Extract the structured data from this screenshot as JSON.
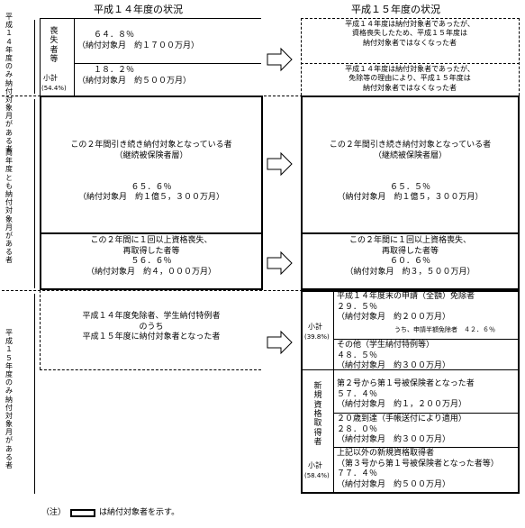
{
  "headers": {
    "left": "平成１４年度の状況",
    "right": "平成１５年度の状況"
  },
  "bands": {
    "band1": "平成１４年度のみ納付対象月がある者",
    "band2": "両年度とも納付対象月がある者",
    "band3": "平成１５年度のみ納付対象月がある者"
  },
  "sec1": {
    "loss_label": "喪失者等",
    "subtotal_label": "小計",
    "subtotal_pct": "(54.4%)",
    "row1_pct": "６４．８％",
    "row1_amount": "（納付対象月　約１７００万月）",
    "row2_pct": "１８．２％",
    "row2_amount": "（納付対象月　約５００万月）",
    "right1": "平成１４年度は納付対象者であったが、\n資格喪失したため、平成１５年度は\n納付対象者ではなくなった者",
    "right2": "平成１４年度は納付対象者であったが、\n免除等の理由により、平成１５年度は\n納付対象者ではなくなった者"
  },
  "sec2": {
    "cont_left": "この２年間引き続き納付対象となっている者\n（継続被保険者層）\n\n\n６５．６％\n（納付対象月　約１億５，３００万月）",
    "cont_right": "この２年間引き続き納付対象となっている者\n（継続被保険者層）\n\n\n６５．５％\n（納付対象月　約１億５，３００万月）",
    "reacq_left": "この２年間に１回以上資格喪失、\n再取得した者等\n５６．６％\n（納付対象月　約４，０００万月）",
    "reacq_right": "この２年間に１回以上資格喪失、\n再取得した者等\n６０．６％\n（納付対象月　約３，５００万月）"
  },
  "sec3": {
    "left_text": "平成１４年度免除者、学生納付特例者\nのうち\n平成１５年度に納付対象者となった者",
    "sub1_label": "小計",
    "sub1_pct": "(39.8%)",
    "exempt": "平成１４年度末の申請（全額）免除者\n２９．５％\n（納付対象月　約２００万月）",
    "exempt_note": "うち、申請半額免除者　４２．６％",
    "other": "その他（学生納付特例等）\n４８．５％\n（納付対象月　約３００万月）",
    "new_label": "新規資格取得者",
    "sub2_label": "小計",
    "sub2_pct": "(58.4%)",
    "n1": "第２号から第１号被保険者となった者\n５７．４％\n（納付対象月　約１，２００万月）",
    "n2": "２０歳到達（手帳送付により適用）\n２８．０％\n（納付対象月　約３００万月）",
    "n3": "上記以外の新規資格取得者\n（第３号から第１号被保険者となった者等）\n７７．４％\n（納付対象月　約５００万月）"
  },
  "note": {
    "prefix": "（注）",
    "suffix": "は納付対象者を示す。"
  }
}
